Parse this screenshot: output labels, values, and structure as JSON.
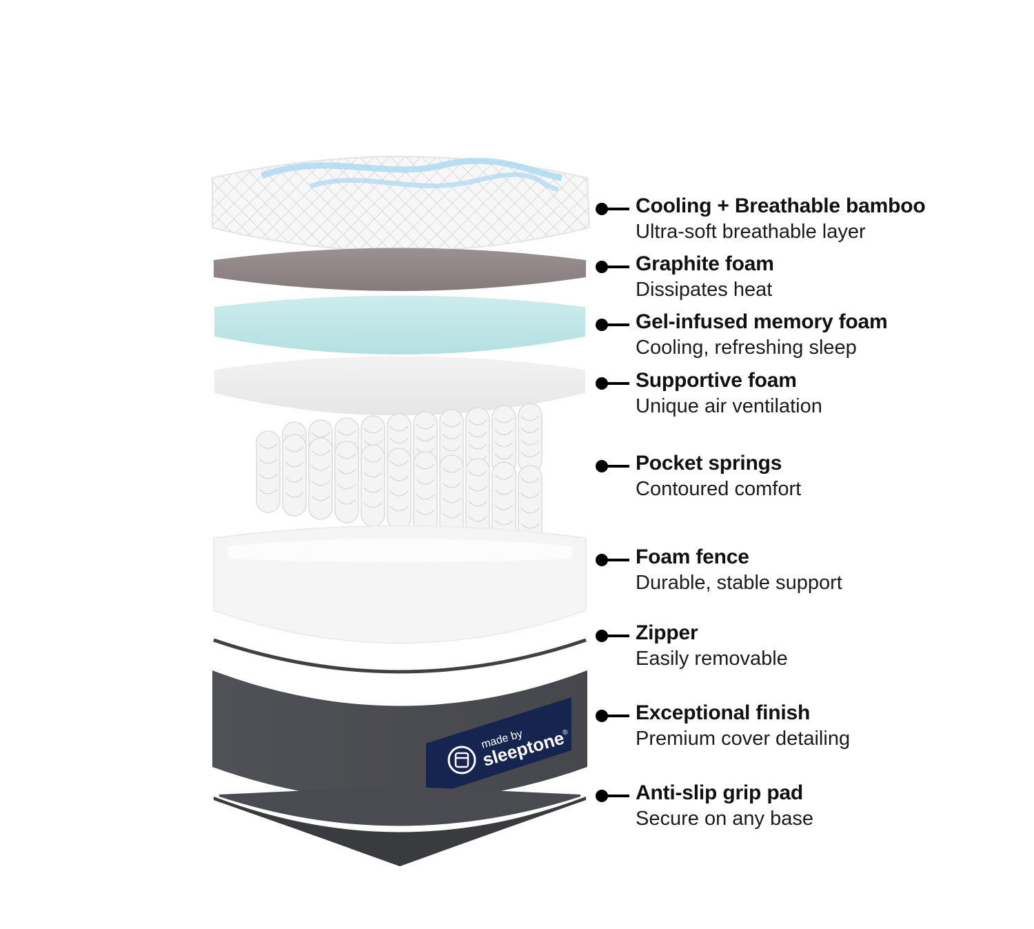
{
  "colors": {
    "bamboo": "#f4f4f4",
    "graphite": "#8f8586",
    "gel": "#bfe6e7",
    "supportive": "#eeeeee",
    "springs": "#f3f3f3",
    "fence": "#f6f6f6",
    "cover": "#4a4b50",
    "badge": "#16254f",
    "grip": "#3a3b3f"
  },
  "brand": {
    "line1": "made by",
    "line2": "sleeptone",
    "mark": "®"
  },
  "layers": [
    {
      "title": "Cooling + Breathable bamboo",
      "desc": "Ultra-soft breathable layer"
    },
    {
      "title": "Graphite foam",
      "desc": "Dissipates heat"
    },
    {
      "title": "Gel-infused memory foam",
      "desc": "Cooling, refreshing sleep"
    },
    {
      "title": "Supportive foam",
      "desc": "Unique air ventilation"
    },
    {
      "title": "Pocket springs",
      "desc": "Contoured comfort"
    },
    {
      "title": "Foam fence",
      "desc": "Durable, stable support"
    },
    {
      "title": "Zipper",
      "desc": "Easily removable"
    },
    {
      "title": "Exceptional finish",
      "desc": "Premium cover detailing"
    },
    {
      "title": "Anti-slip grip pad",
      "desc": "Secure on any base"
    }
  ]
}
